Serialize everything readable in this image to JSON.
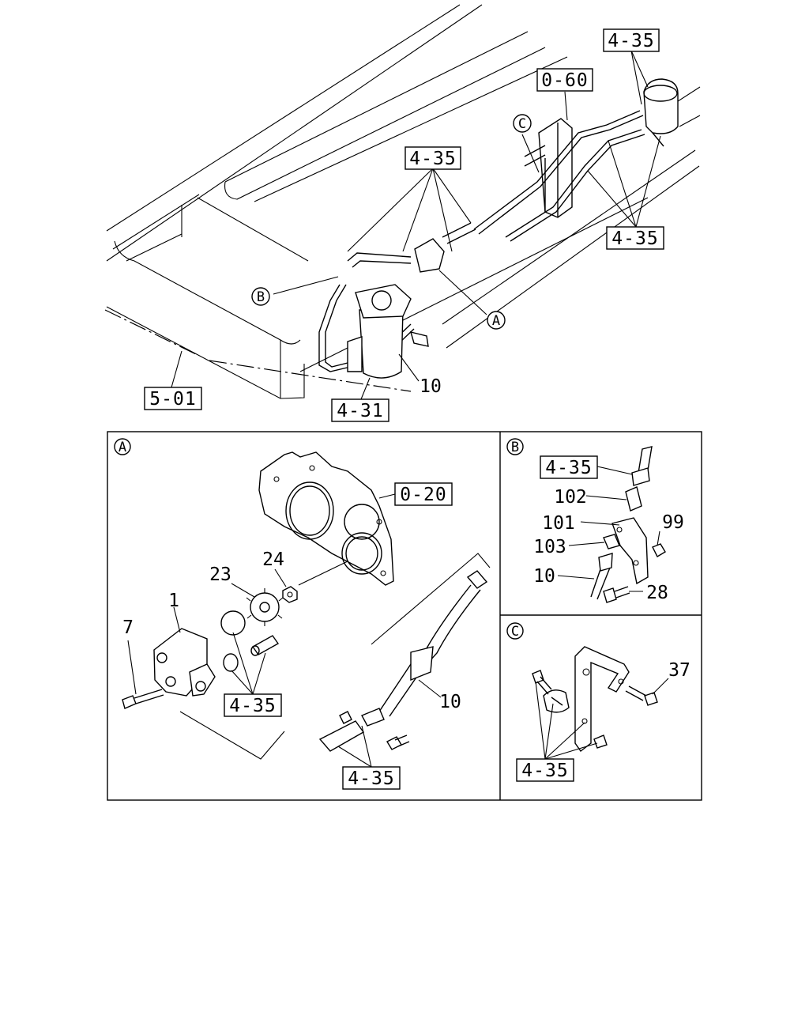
{
  "main_view": {
    "refs": {
      "r1": "4-35",
      "r2": "0-60",
      "r3": "4-35",
      "r4": "4-35",
      "r5": "5-01",
      "r6": "4-31"
    },
    "part_10": "10",
    "callouts": {
      "a": "A",
      "b": "B",
      "c": "C"
    }
  },
  "detail_a": {
    "marker": "A",
    "refs": {
      "gasket": "0-20",
      "seals": "4-35",
      "pipe": "4-35"
    },
    "parts": {
      "p1": "1",
      "p7": "7",
      "p23": "23",
      "p24": "24",
      "p10": "10"
    }
  },
  "detail_b": {
    "marker": "B",
    "refs": {
      "hose": "4-35"
    },
    "parts": {
      "p102": "102",
      "p101": "101",
      "p99": "99",
      "p103": "103",
      "p10": "10",
      "p28": "28"
    }
  },
  "detail_c": {
    "marker": "C",
    "refs": {
      "clips": "4-35"
    },
    "parts": {
      "p37": "37"
    }
  }
}
